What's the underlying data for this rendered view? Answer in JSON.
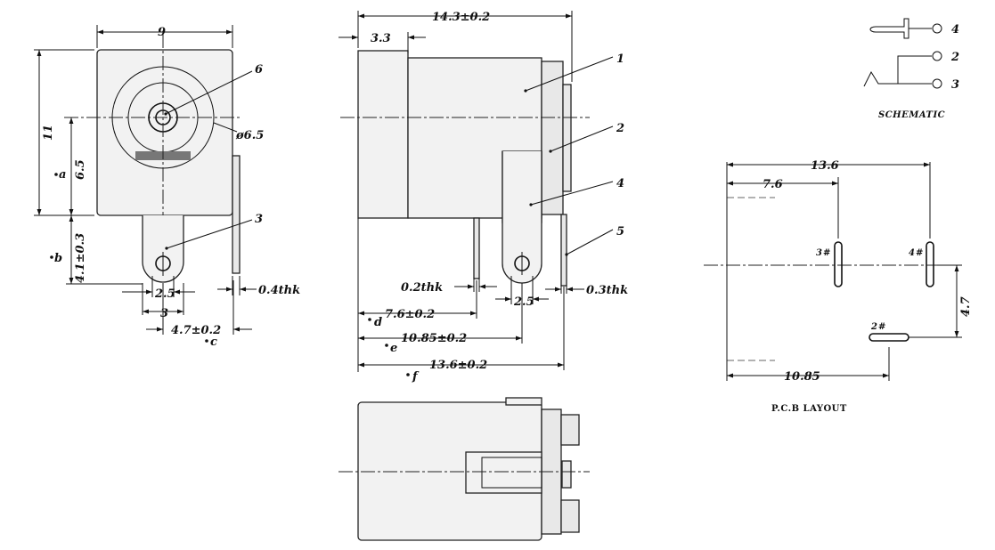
{
  "front_view": {
    "dim_width": "9",
    "dim_height": "11",
    "dim_center": "6.5",
    "dim_a": "a",
    "dim_pin_drop": "4.1±0.3",
    "dim_b": "b",
    "dim_pin_w": "2.5",
    "dim_pin_span": "3",
    "dim_c_val": "4.7±0.2",
    "dim_c": "c",
    "dim_thk": "0.4thk",
    "dim_dia": "ø6.5",
    "callout_6": "6",
    "callout_3": "3"
  },
  "side_view": {
    "dim_length": "14.3±0.2",
    "dim_front": "3.3",
    "dim_thk1": "0.2thk",
    "dim_pin_w": "2.5",
    "dim_thk2": "0.3thk",
    "dim_d_val": "7.6±0.2",
    "dim_d": "d",
    "dim_e_val": "10.85±0.2",
    "dim_e": "e",
    "dim_f_val": "13.6±0.2",
    "dim_f": "f",
    "callout_1": "1",
    "callout_2": "2",
    "callout_4": "4",
    "callout_5": "5"
  },
  "schematic": {
    "pin_4": "4",
    "pin_2": "2",
    "pin_3": "3",
    "caption": "SCHEMATIC"
  },
  "pcb_layout": {
    "dim_total": "13.6",
    "dim_mid": "7.6",
    "dim_vertical": "4.7",
    "dim_bottom": "10.85",
    "hole_3": "3",
    "hole_4": "4",
    "hole_2": "2",
    "caption": "P.C.B LAYOUT"
  }
}
